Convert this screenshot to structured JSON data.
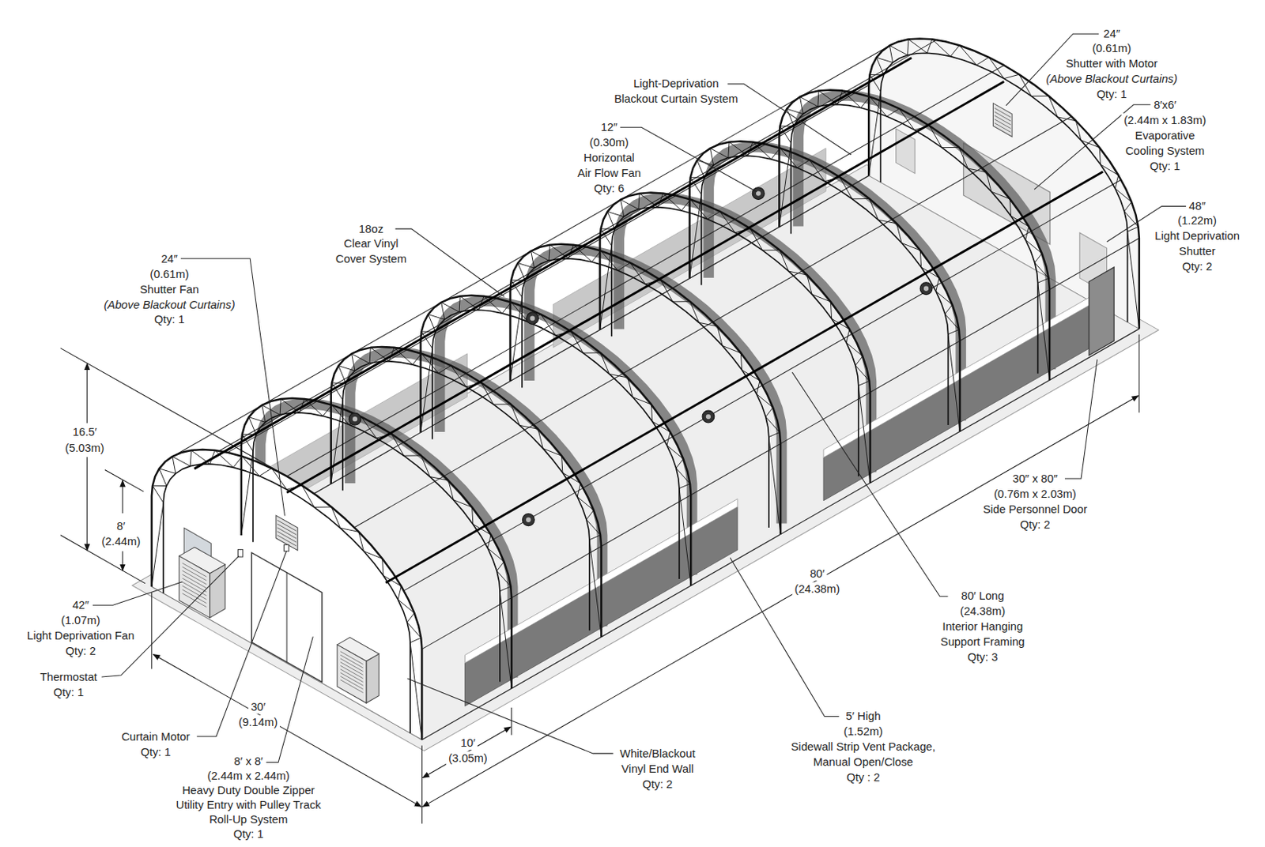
{
  "diagram": {
    "labels": [
      "24″",
      "(0.61m)",
      "Shutter with Motor",
      "(Above Blackout Curtains)",
      "Qty: 1",
      "Light-Deprivation",
      "Blackout Curtain System",
      "8′x6′",
      "(2.44m x 1.83m)",
      "Evaporative",
      "Cooling System",
      "Qty: 1",
      "12″",
      "(0.30m)",
      "Horizontal",
      "Air Flow Fan",
      "Qty: 6",
      "48″",
      "(1.22m)",
      "Light Deprivation",
      "Shutter",
      "Qty: 2",
      "18oz",
      "Clear Vinyl",
      "Cover System",
      "24″",
      "(0.61m)",
      "Shutter Fan",
      "(Above Blackout Curtains)",
      "Qty: 1",
      "16.5′",
      "(5.03m)",
      "30″ x 80″",
      "(0.76m x 2.03m)",
      "Side Personnel Door",
      "Qty: 2",
      "8′",
      "(2.44m)",
      "80′",
      "(24.38m)",
      "80′ Long",
      "(24.38m)",
      "Interior Hanging",
      "Support Framing",
      "Qty: 3",
      "42″",
      "(1.07m)",
      "Light Deprivation Fan",
      "Qty: 2",
      "Thermostat",
      "Qty: 1",
      "30′",
      "(9.14m)",
      "5′ High",
      "(1.52m)",
      "Sidewall Strip Vent Package,",
      "Manual Open/Close",
      "Qty : 2",
      "Curtain Motor",
      "Qty: 1",
      "10′",
      "(3.05m)",
      "White/Blackout",
      "Vinyl End Wall",
      "Qty: 2",
      "8′ x 8′",
      "(2.44m x 2.44m)",
      "Heavy Duty Double Zipper",
      "Utility Entry with Pulley Track",
      "Roll-Up System",
      "Qty: 1"
    ]
  }
}
